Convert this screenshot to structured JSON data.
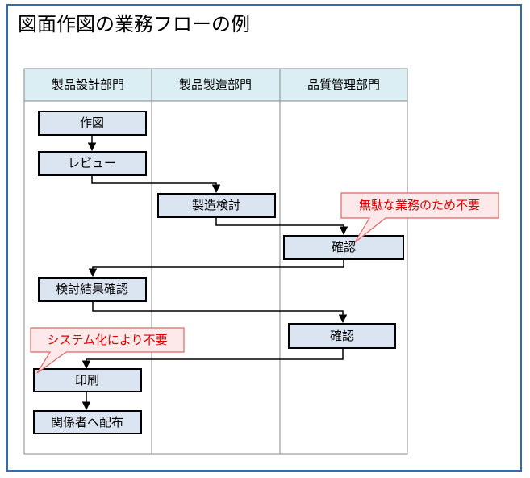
{
  "title": "図面作図の業務フローの例",
  "lanes": [
    "製品設計部門",
    "製品製造部門",
    "品質管理部門"
  ],
  "boxes": [
    "作図",
    "レビュー",
    "製造検討",
    "確認",
    "検討結果確認",
    "確認",
    "印刷",
    "関係者へ配布"
  ],
  "callouts": [
    "無駄な業務のため不要",
    "システム化により不要"
  ],
  "colors": {
    "frame_border": "#2f6cb0",
    "header_fill": "#dbeef4",
    "box_fill": "#dbe5f1",
    "callout_fill": "#fde9e9",
    "callout_border": "#e06666",
    "callout_text": "#e00000"
  }
}
